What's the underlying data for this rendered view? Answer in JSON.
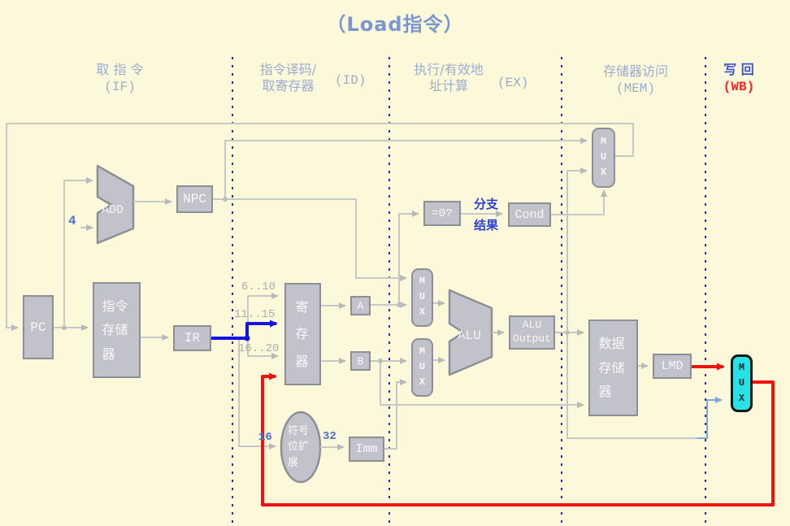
{
  "title": "（Load指令）",
  "stages": {
    "if": {
      "line1": "取 指 令",
      "line2": "(IF)"
    },
    "id": {
      "line1": "指令译码/",
      "line2": "取寄存器",
      "tag": "(ID)"
    },
    "ex": {
      "line1": "执行/有效地",
      "line2": "址计算",
      "tag": "(EX)"
    },
    "mem": {
      "line1": "存储器访问",
      "line2": "(MEM)"
    },
    "wb": {
      "line1": "写 回",
      "line2": "(WB)"
    }
  },
  "blocks": {
    "pc": "PC",
    "add": "ADD",
    "npc": "NPC",
    "instruction_memory": "指令存储器",
    "ir": "IR",
    "register_file": "寄存器",
    "a": "A",
    "b": "B",
    "mux": "MUX",
    "alu": "ALU",
    "alu_output": "ALU Output",
    "zero_test": "=0?",
    "cond": "Cond",
    "sign_extend": "符号位扩展",
    "imm": "Imm",
    "data_memory": "数据存储器",
    "lmd": "LMD"
  },
  "wire_labels": {
    "pc_increment": "4",
    "bits_6_10": "6..10",
    "bits_11_15": "11..15",
    "bits_16_20": "16..20",
    "sign_in_width": "16",
    "sign_out_width": "32",
    "branch_line1": "分支",
    "branch_line2": "结果"
  },
  "colors": {
    "background": "#FCF8DA",
    "title": "#7B97CF",
    "stage_label": "#9BACD0",
    "wb_label": "#3B52CC",
    "wb_tag": "#FF2222",
    "box_fill": "#C2C2CA",
    "box_border": "#8E8E96",
    "box_text": "#FFFFFF",
    "wire": "#C7C7C7",
    "separator": "#2B2BA0",
    "highlight_blue": "#1414E0",
    "highlight_red": "#F21111",
    "wb_mux_fill": "#29E1E6",
    "label_blue": "#4A6FD0",
    "label_gray": "#ADADAD"
  }
}
